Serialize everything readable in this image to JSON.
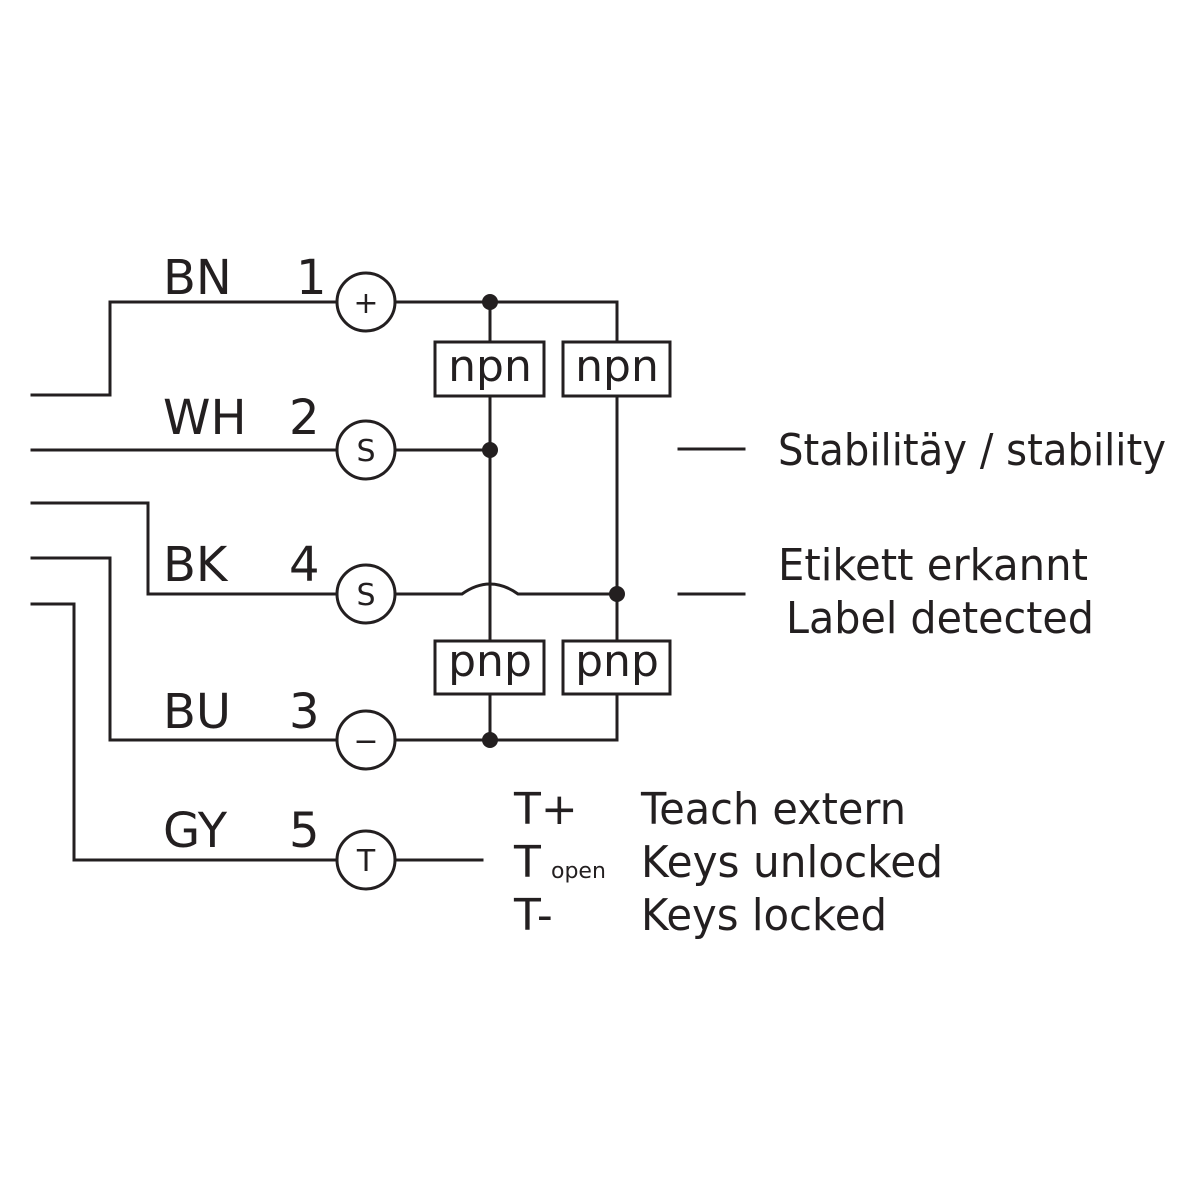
{
  "colors": {
    "ink": "#231f20",
    "background": "#ffffff"
  },
  "wires": [
    {
      "color": "BN",
      "pin": "1",
      "symbol": "+"
    },
    {
      "color": "WH",
      "pin": "2",
      "symbol": "S"
    },
    {
      "color": "BK",
      "pin": "4",
      "symbol": "S"
    },
    {
      "color": "BU",
      "pin": "3",
      "symbol": "−"
    },
    {
      "color": "GY",
      "pin": "5",
      "symbol": "T"
    }
  ],
  "boxes": {
    "npn_left": "npn",
    "npn_right": "npn",
    "pnp_left": "pnp",
    "pnp_right": "pnp"
  },
  "outputs": {
    "stability": "Stabilitäy / stability",
    "label_de": "Etikett erkannt",
    "label_en": "Label detected"
  },
  "teach": [
    {
      "code": "T+",
      "sub": "",
      "text": "Teach extern"
    },
    {
      "code": "T",
      "sub": "open",
      "text": "Keys unlocked"
    },
    {
      "code": "T-",
      "sub": "",
      "text": "Keys locked"
    }
  ]
}
